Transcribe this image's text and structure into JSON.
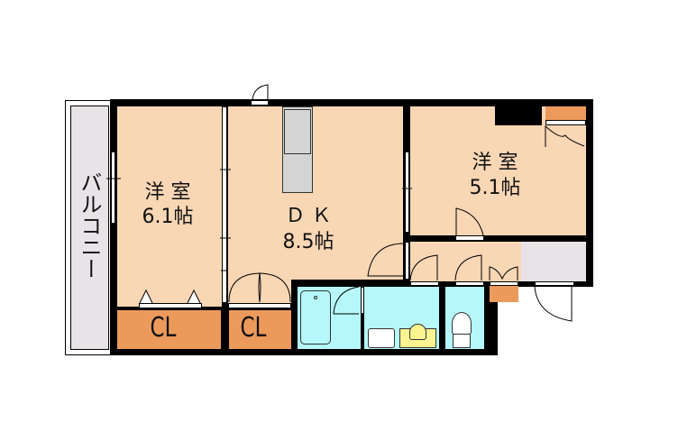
{
  "floorplan": {
    "rooms": [
      {
        "id": "western-room-1",
        "label": "洋 室",
        "size": "6.1帖"
      },
      {
        "id": "dining-kitchen",
        "label": "Ｄ Ｋ",
        "size": "8.5帖"
      },
      {
        "id": "western-room-2",
        "label": "洋 室",
        "size": "5.1帖"
      }
    ],
    "closets": [
      {
        "id": "closet-1",
        "label": "CL"
      },
      {
        "id": "closet-2",
        "label": "CL"
      }
    ],
    "balcony": {
      "label": "バルコニー"
    }
  },
  "colors": {
    "floor": "#f9d6b4",
    "wet_area": "#b5f7fa",
    "closet": "#ec9a5c",
    "balcony": "#e7e3e7",
    "kitchen_counter": "#d4d4d4",
    "washbasin": "#fbf490",
    "wall": "#000000"
  }
}
